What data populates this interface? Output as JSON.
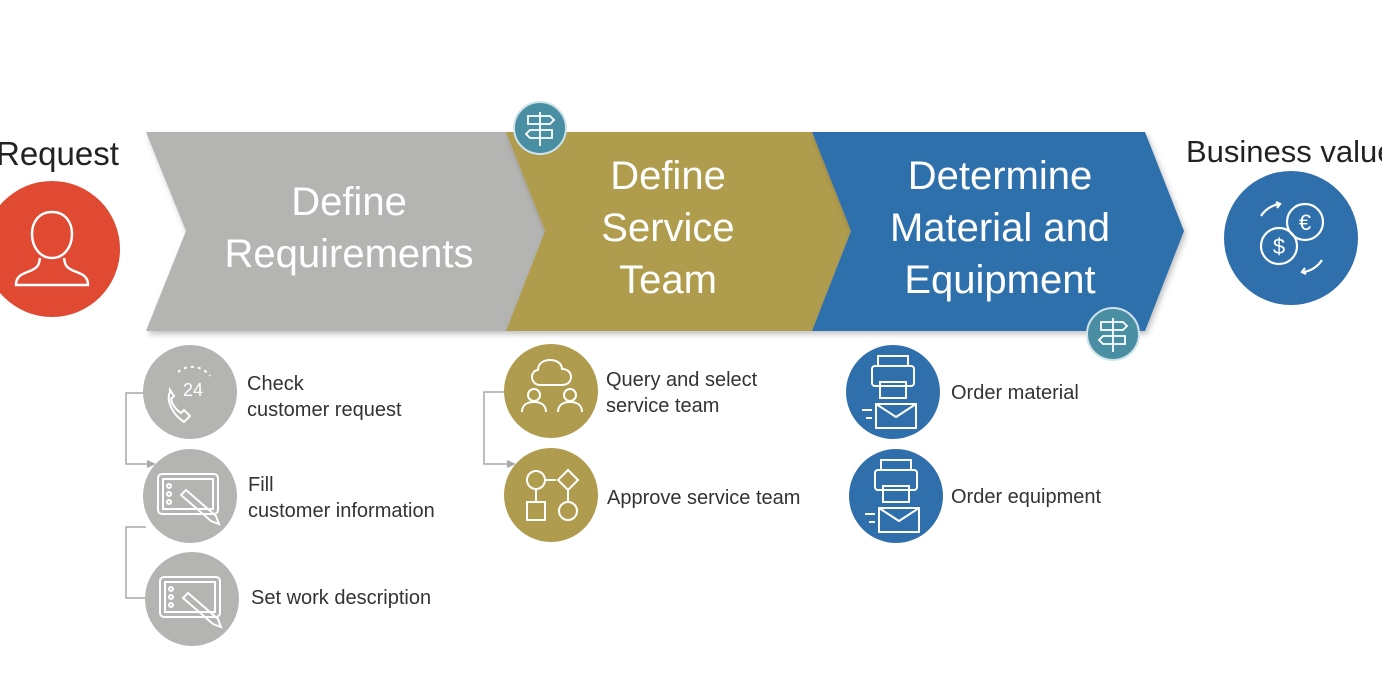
{
  "start": {
    "label": "Request",
    "icon": "person-icon",
    "color": "#e04a33"
  },
  "end": {
    "label": "Business value",
    "icon": "currency-exchange-icon",
    "color": "#2f6fab"
  },
  "stages": [
    {
      "title_lines": [
        "Define",
        "Requirements"
      ],
      "color": "#b4b4b2",
      "steps": [
        {
          "lines": [
            "Check",
            "customer request"
          ],
          "icon": "phone-24-icon"
        },
        {
          "lines": [
            "Fill",
            "customer information"
          ],
          "icon": "tablet-pen-icon"
        },
        {
          "lines": [
            "Set work description"
          ],
          "icon": "tablet-pen-icon"
        }
      ]
    },
    {
      "title_lines": [
        "Define",
        "Service",
        "Team"
      ],
      "color": "#b09c4e",
      "steps": [
        {
          "lines": [
            "Query and select",
            "service team"
          ],
          "icon": "team-chat-icon"
        },
        {
          "lines": [
            "Approve service team"
          ],
          "icon": "workflow-icon"
        }
      ]
    },
    {
      "title_lines": [
        "Determine",
        "Material and",
        "Equipment"
      ],
      "color": "#2f6fab",
      "steps": [
        {
          "lines": [
            "Order material"
          ],
          "icon": "printer-mail-icon"
        },
        {
          "lines": [
            "Order equipment"
          ],
          "icon": "printer-mail-icon"
        }
      ]
    }
  ],
  "milestone_icon": "signpost-icon",
  "milestone_color": "#4a8ea3",
  "connector_color": "#a8a8a8"
}
